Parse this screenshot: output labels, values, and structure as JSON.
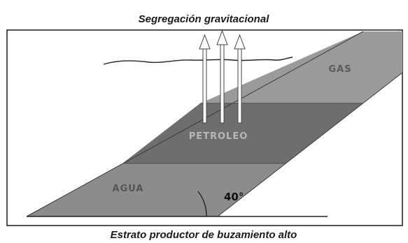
{
  "diagram": {
    "title": "Segregación gravitacional",
    "caption": "Estrato productor de buzamiento alto",
    "zones": {
      "gas": {
        "label": "GAS",
        "color": "#9a9a9a",
        "text_color": "#5a5a5a"
      },
      "oil": {
        "label": "PETROLEO",
        "color": "#6e6e6e",
        "text_color": "#b8b8b8"
      },
      "water": {
        "label": "AGUA",
        "color": "#8c8c8c",
        "text_color": "#555555"
      }
    },
    "dip_angle": "40°",
    "arrows": {
      "count": 3,
      "direction": "up",
      "icon": "upward-arrow"
    }
  }
}
